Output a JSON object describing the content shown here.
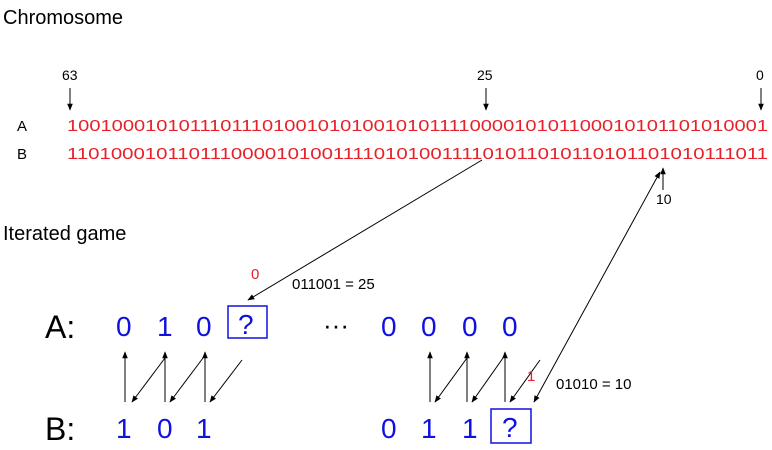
{
  "titles": {
    "chromosome": "Chromosome",
    "iterated_game": "Iterated game"
  },
  "chromosome": {
    "labels": {
      "a": "A",
      "b": "B"
    },
    "a_bits": "1001000101011101110100101010010101111000010101100010101101010001",
    "b_bits": "1101000101101110000101001111010100111101011010110101101010111011",
    "positions": {
      "p63": "63",
      "p25": "25",
      "p0": "0",
      "p10": "10"
    }
  },
  "game": {
    "a_label": "A:",
    "b_label": "B:",
    "a_left": [
      "0",
      "1",
      "0"
    ],
    "a_unknown": "?",
    "ellipsis": "···",
    "a_right": [
      "0",
      "0",
      "0",
      "0"
    ],
    "b_left": [
      "1",
      "0",
      "1"
    ],
    "b_right": [
      "0",
      "1",
      "1"
    ],
    "b_unknown": "?",
    "a_result": "0",
    "a_formula": "011001 = 25",
    "b_result": "1",
    "b_formula": "01010 = 10"
  },
  "colors": {
    "bits": "#e8202a",
    "moves": "#1010e0"
  }
}
